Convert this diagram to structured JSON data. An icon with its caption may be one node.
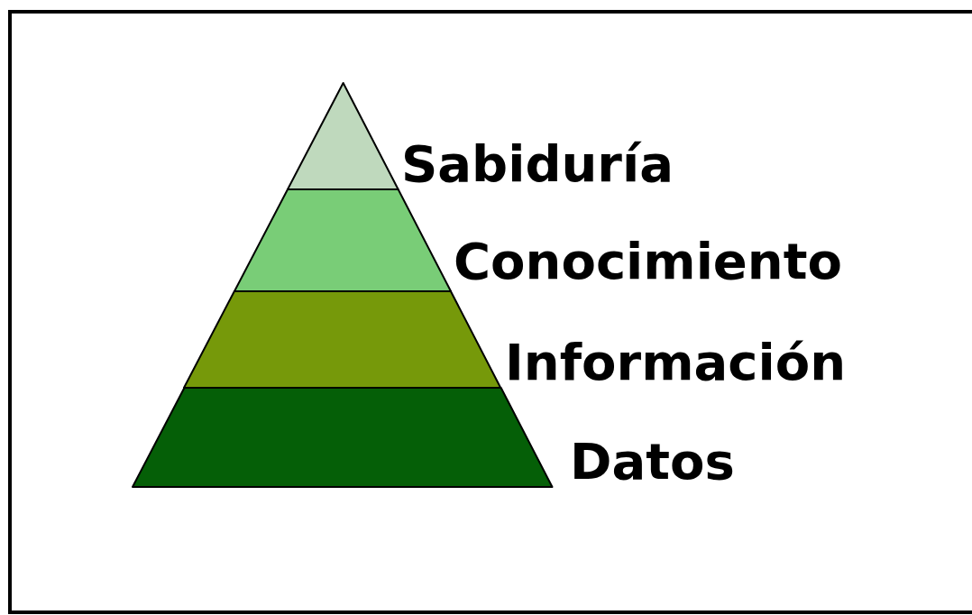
{
  "diagram": {
    "nodes": [
      {
        "text": [
          "Sabiduría"
        ]
      },
      {
        "text": [
          "Conocimiento"
        ]
      },
      {
        "text": [
          "Información"
        ]
      },
      {
        "text": [
          "Datos"
        ]
      }
    ]
  }
}
